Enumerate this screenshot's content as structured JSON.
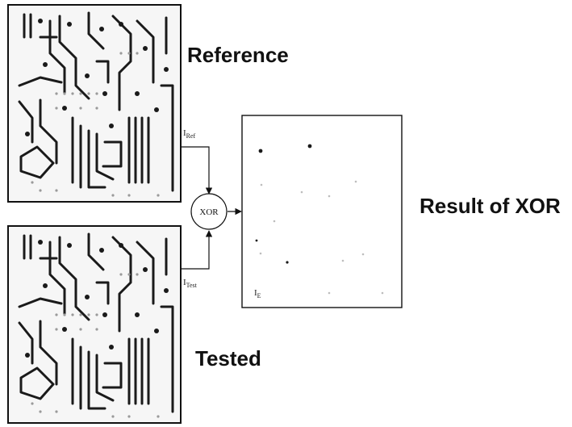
{
  "labels": {
    "reference": "Reference",
    "tested": "Tested",
    "result": "Result of XOR",
    "xor": "XOR",
    "i_ref_main": "I",
    "i_ref_sub": "Ref",
    "i_test_main": "I",
    "i_test_sub": "Test",
    "i_e_main": "I",
    "i_e_sub": "E"
  },
  "colors": {
    "ink": "#111111",
    "trace": "#1a1a1a",
    "board_bg": "#f7f7f7"
  }
}
